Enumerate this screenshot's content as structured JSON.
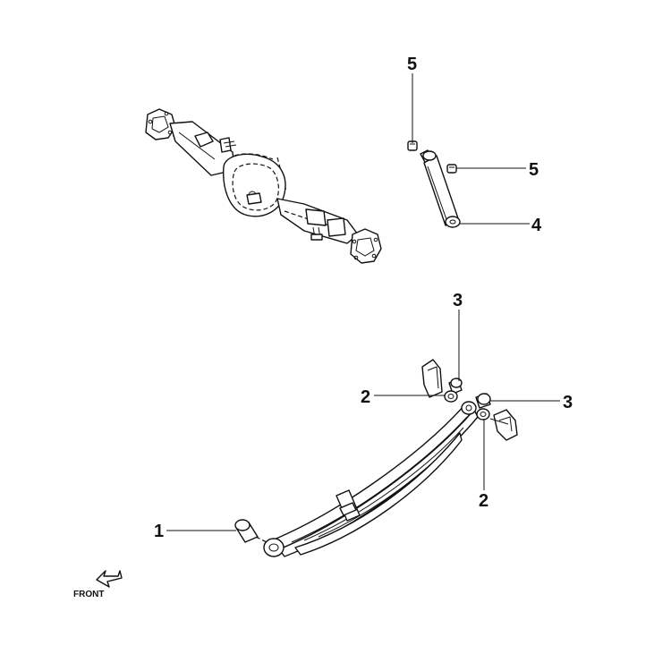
{
  "callouts": {
    "c1": "1",
    "c2a": "2",
    "c2b": "2",
    "c3a": "3",
    "c3b": "3",
    "c4": "4",
    "c5a": "5",
    "c5b": "5"
  },
  "direction": {
    "label": "FRONT",
    "icon": "arrow-down-left-icon"
  }
}
